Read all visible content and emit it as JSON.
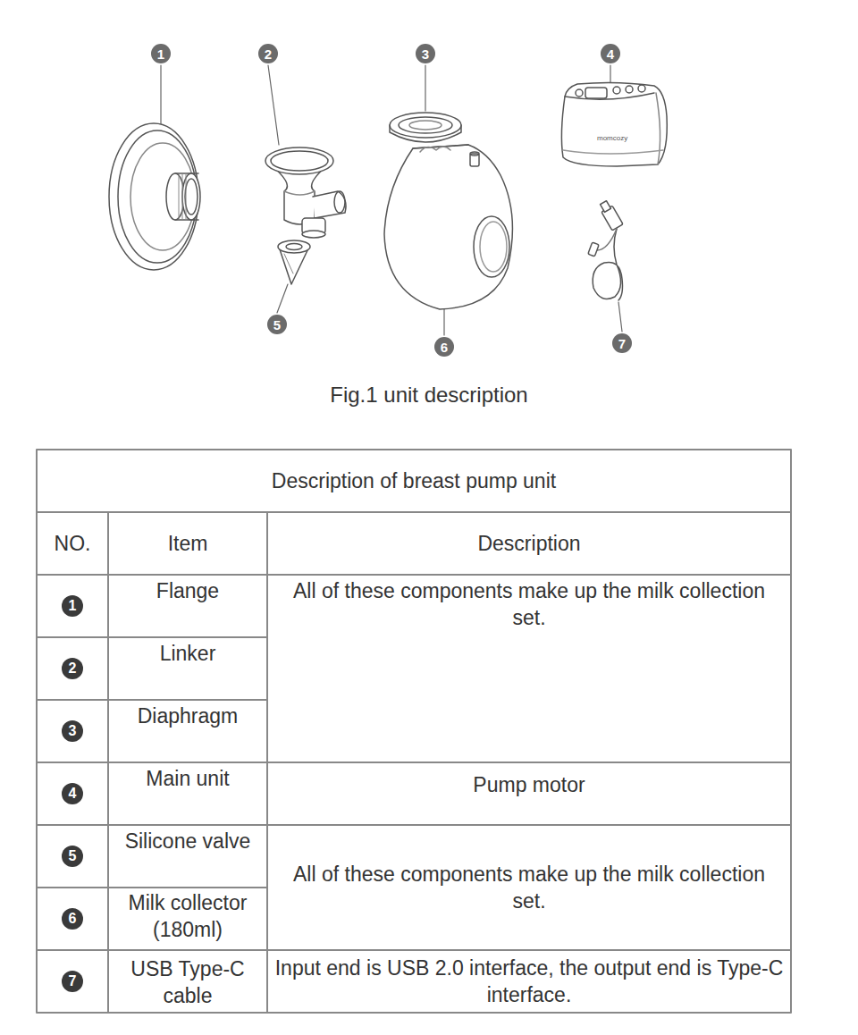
{
  "diagram": {
    "caption": "Fig.1 unit description",
    "labels": [
      "1",
      "2",
      "3",
      "4",
      "5",
      "6",
      "7",
      "momcozy",
      "Description of breast pump unit",
      "NO.",
      "Item",
      "Description",
      "1",
      "Flange",
      "All of these components make up the milk collection set.",
      "2",
      "Linker",
      "3",
      "Diaphragm",
      "4",
      "Main unit",
      "Pump motor",
      "5",
      "Silicone valve",
      "All of these components make up the milk collection set.",
      "6",
      "Milk collector (180ml)",
      "7",
      "USB Type-C cable",
      "Input end is USB 2.0 interface, the output end is Type-C interface."
    ]
  }
}
